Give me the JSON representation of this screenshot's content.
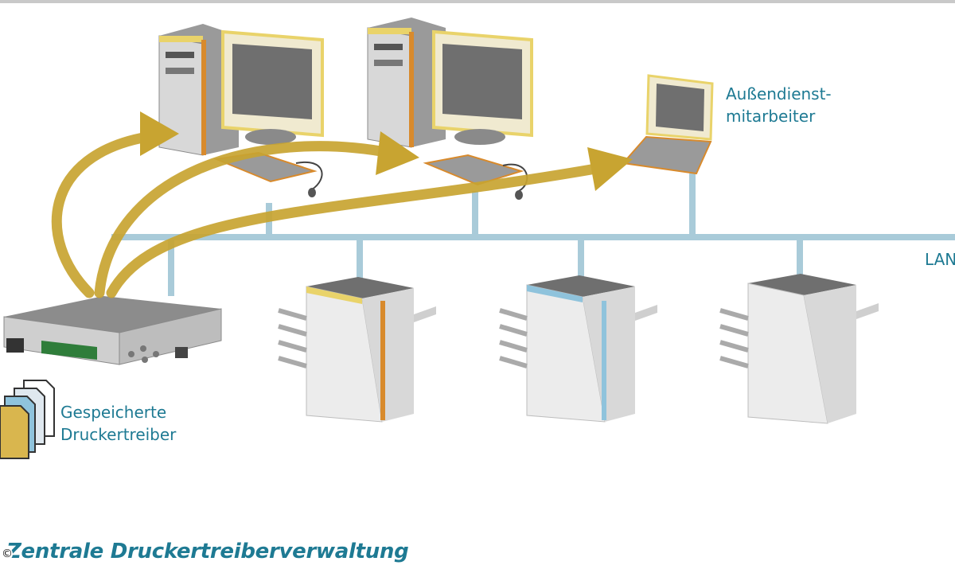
{
  "labels": {
    "field_staff_line1": "Außendienst-",
    "field_staff_line2": "mitarbeiter",
    "drivers_line1": "Gespeicherte",
    "drivers_line2": "Druckertreiber",
    "lan": "LAN"
  },
  "caption": "Zentrale Druckertreiberverwaltung",
  "copyright": "©",
  "colors": {
    "network_line": "#a9cbd9",
    "arrow": "#c8a431",
    "label_text": "#1e7a93",
    "accent_orange": "#d88a2c",
    "accent_yellow": "#e9d36a",
    "accent_blue": "#8fc3dc"
  }
}
